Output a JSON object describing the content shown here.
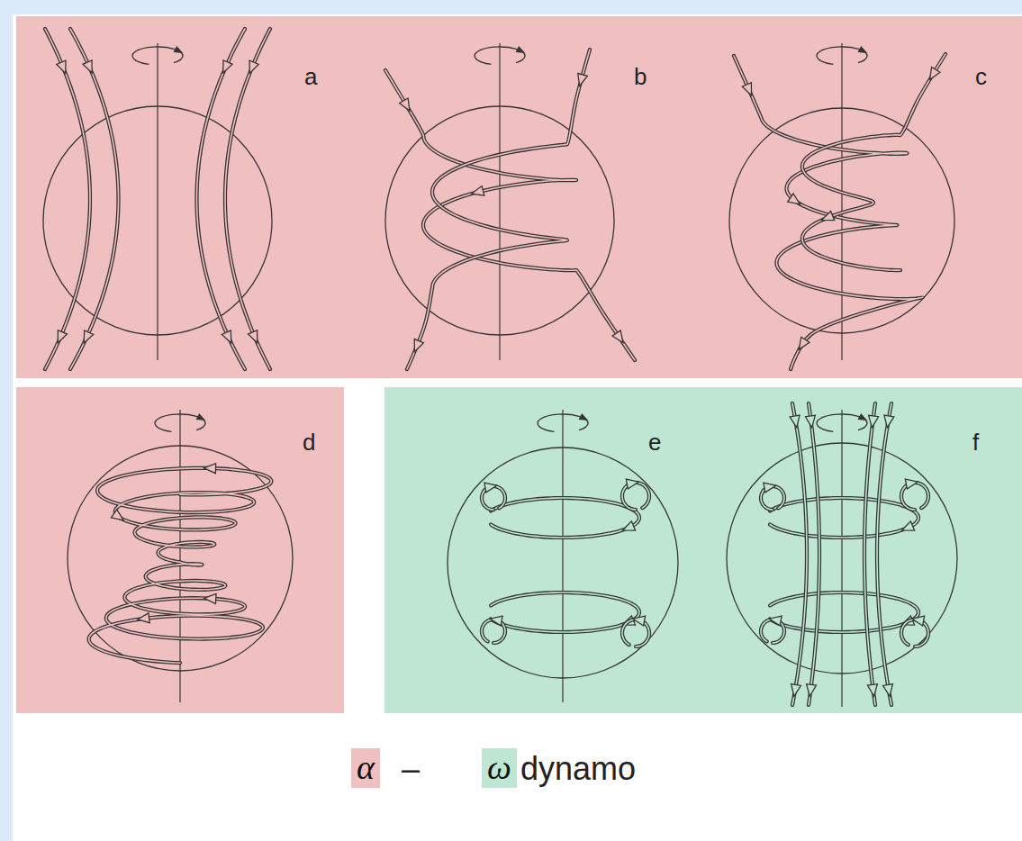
{
  "diagram": {
    "labels": [
      "a",
      "b",
      "c",
      "d",
      "e",
      "f",
      "–",
      "dynamo"
    ],
    "legend": [
      {
        "text": "α",
        "color": "#f0c0c1"
      },
      {
        "text": "ω",
        "color": "#bfe6d3"
      }
    ]
  }
}
